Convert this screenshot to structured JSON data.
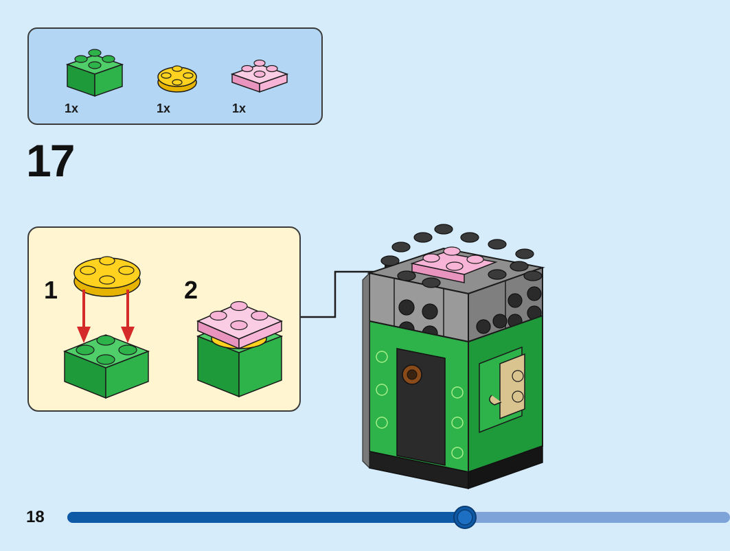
{
  "parts": [
    {
      "name": "green-2x2-brick",
      "qty": "1x",
      "color": "#2db34a"
    },
    {
      "name": "yellow-round-plate",
      "qty": "1x",
      "color": "#ffd21f"
    },
    {
      "name": "pink-2x2-plate",
      "qty": "1x",
      "color": "#f7b4d6"
    }
  ],
  "step": {
    "number": "17"
  },
  "substeps": [
    {
      "number": "1"
    },
    {
      "number": "2"
    }
  ],
  "page": {
    "number": "18"
  },
  "progress": {
    "fraction": 0.6
  },
  "colors": {
    "background": "#d6ecfb",
    "parts_box": "#b3d6f4",
    "substep_box": "#fff5d0",
    "progress_done": "#0e5aa7",
    "progress_todo": "#7da3d9",
    "arrow": "#d42a2a"
  }
}
